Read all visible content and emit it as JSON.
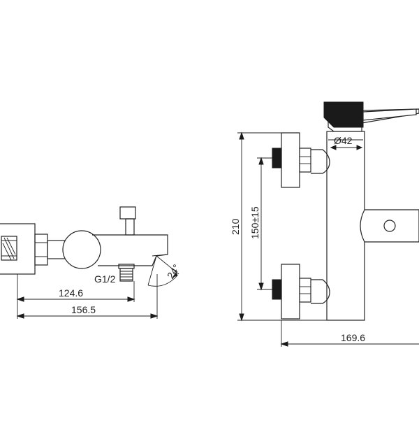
{
  "dimensions": {
    "thread": "G1/2",
    "angle": "24°",
    "spout_reach": "124.6",
    "overall_depth": "156.5",
    "height": "210",
    "inlet_centres": "150±15",
    "body_diameter": "Ø42",
    "overall_width": "169.6"
  }
}
